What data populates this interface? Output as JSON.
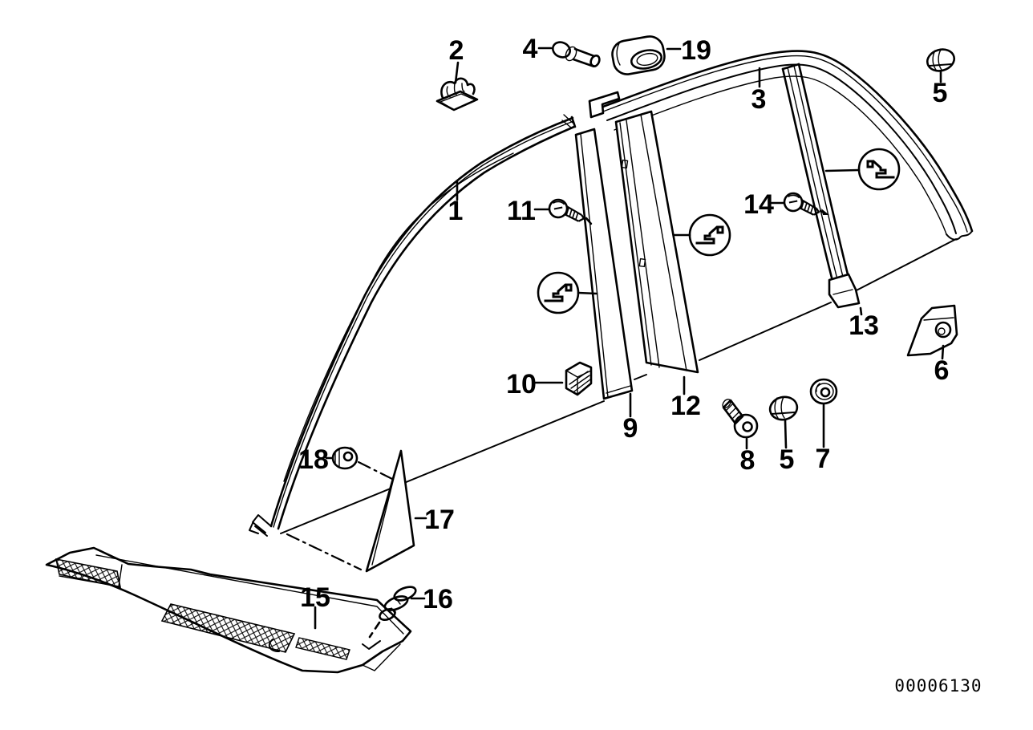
{
  "figure": {
    "kind": "exterior-trim-parts-diagram",
    "doc_number": "00006130",
    "background": "#ffffff",
    "ink": "#000000"
  },
  "callouts": [
    {
      "id": "1",
      "label": "1"
    },
    {
      "id": "2",
      "label": "2"
    },
    {
      "id": "3",
      "label": "3"
    },
    {
      "id": "4",
      "label": "4"
    },
    {
      "id": "5-top",
      "label": "5"
    },
    {
      "id": "19",
      "label": "19"
    },
    {
      "id": "11",
      "label": "11"
    },
    {
      "id": "14",
      "label": "14"
    },
    {
      "id": "13",
      "label": "13"
    },
    {
      "id": "6",
      "label": "6"
    },
    {
      "id": "10",
      "label": "10"
    },
    {
      "id": "9",
      "label": "9"
    },
    {
      "id": "12",
      "label": "12"
    },
    {
      "id": "8",
      "label": "8"
    },
    {
      "id": "5-bottom",
      "label": "5"
    },
    {
      "id": "7",
      "label": "7"
    },
    {
      "id": "18",
      "label": "18"
    },
    {
      "id": "17",
      "label": "17"
    },
    {
      "id": "15",
      "label": "15"
    },
    {
      "id": "16",
      "label": "16"
    }
  ]
}
